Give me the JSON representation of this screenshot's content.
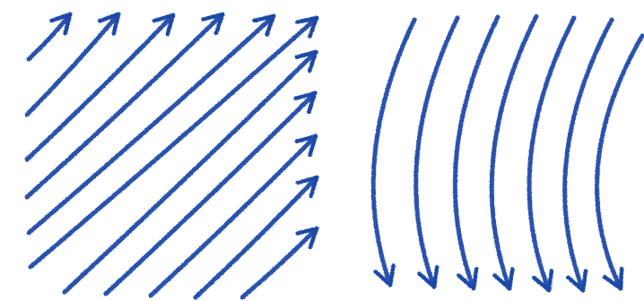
{
  "drawing": {
    "ink_color": "#1f4aa8",
    "background": "#ffffff",
    "panels": [
      {
        "name": "diagonal-arrows",
        "direction": "up-right",
        "arrow_count": 11,
        "style": "hand-drawn straight parallel arrows"
      },
      {
        "name": "curved-arrows",
        "direction": "down",
        "arrow_count": 7,
        "style": "hand-drawn curved parallel arrows"
      }
    ]
  }
}
